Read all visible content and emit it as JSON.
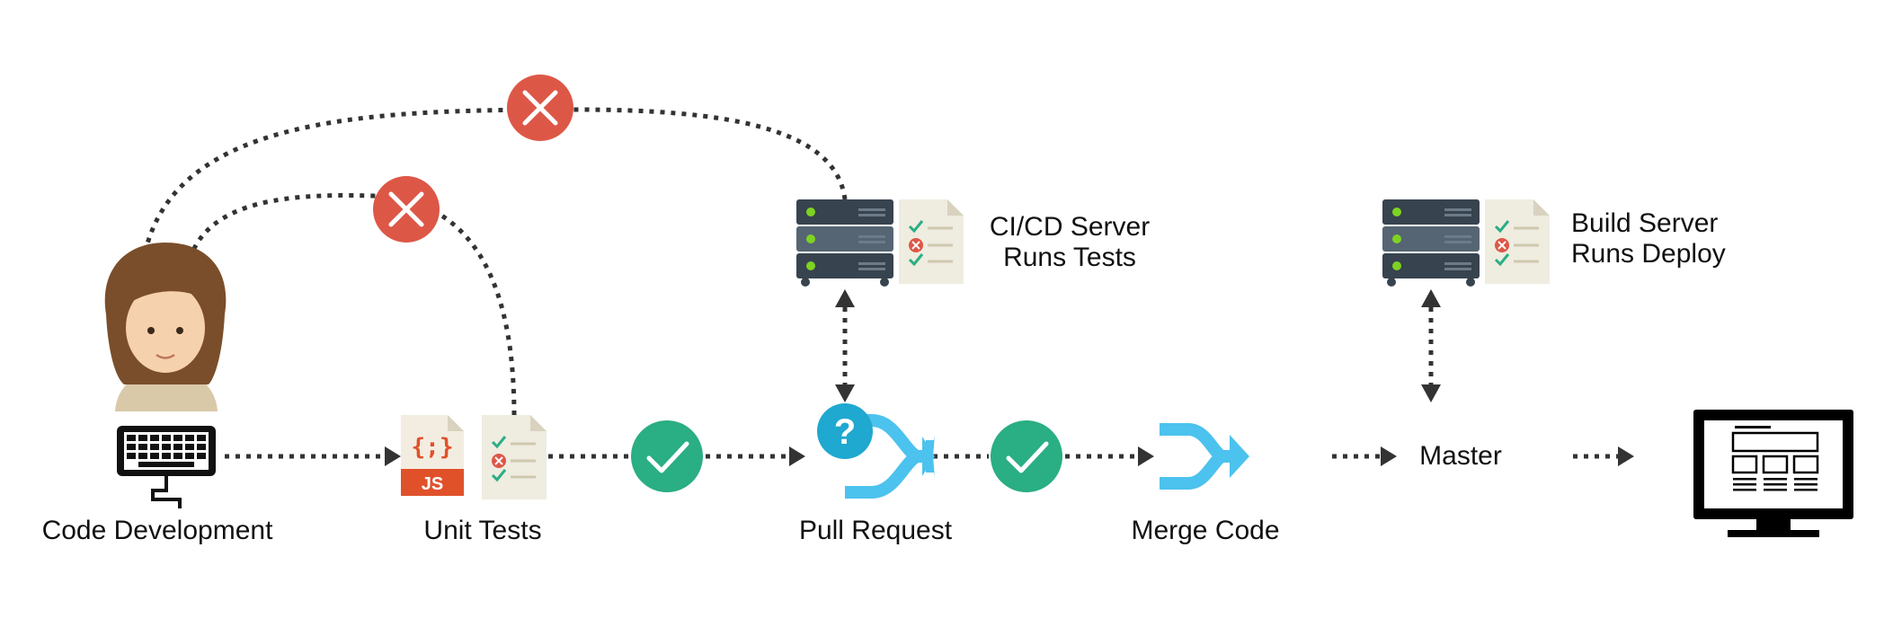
{
  "steps": [
    {
      "id": "code",
      "label": "Code Development"
    },
    {
      "id": "unit",
      "label": "Unit Tests"
    },
    {
      "id": "pr",
      "label": "Pull Request"
    },
    {
      "id": "merge",
      "label": "Merge Code"
    },
    {
      "id": "master",
      "label": "Master"
    }
  ],
  "servers": {
    "ci": {
      "line1": "CI/CD Server",
      "line2": "Runs Tests"
    },
    "build": {
      "line1": "Build Server",
      "line2": "Runs Deploy"
    }
  },
  "file_badge": "JS",
  "file_symbol": "{;}",
  "pr_badge": "?",
  "colors": {
    "fail": "#dd5747",
    "pass": "#2aae84",
    "merge": "#4cc2ee",
    "question": "#1fa8d0",
    "server_dark": "#37434f",
    "server_mid": "#556573",
    "led": "#7ed321",
    "doc_bg": "#efece0",
    "connector": "#333333",
    "js_orange": "#e0512a"
  }
}
